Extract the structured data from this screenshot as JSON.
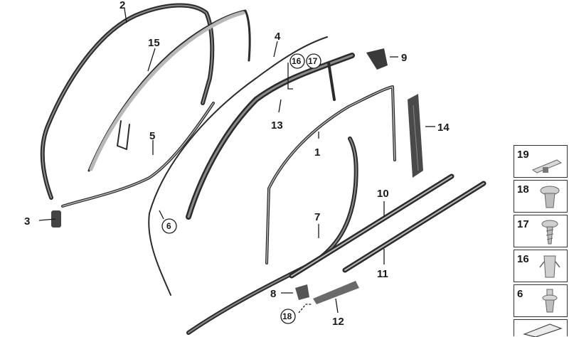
{
  "diagram": {
    "callouts": {
      "c1": "1",
      "c2": "2",
      "c3": "3",
      "c4": "4",
      "c5": "5",
      "c6": "6",
      "c7": "7",
      "c8": "8",
      "c9": "9",
      "c10": "10",
      "c11": "11",
      "c12": "12",
      "c13": "13",
      "c14": "14",
      "c15": "15",
      "c16": "16",
      "c17": "17",
      "c18": "18"
    }
  },
  "legend": {
    "items": [
      {
        "number": "19",
        "icon": "trim-clip-icon"
      },
      {
        "number": "18",
        "icon": "push-rivet-icon"
      },
      {
        "number": "17",
        "icon": "screw-icon"
      },
      {
        "number": "16",
        "icon": "spring-clip-icon"
      },
      {
        "number": "6",
        "icon": "expanding-rivet-icon"
      },
      {
        "number": "",
        "icon": "bracket-icon"
      }
    ]
  }
}
